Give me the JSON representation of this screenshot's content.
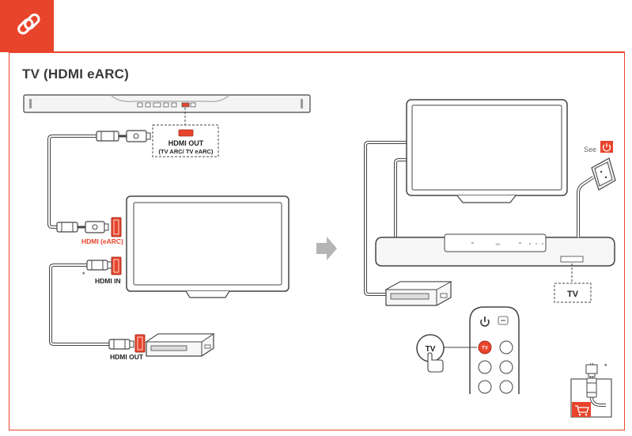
{
  "header": {
    "icon": "link-icon",
    "accent_color": "#e8442c"
  },
  "title": "TV (HDMI eARC)",
  "left_panel": {
    "soundbar_port_label": "HDMI OUT",
    "soundbar_port_sublabel": "(TV ARC/ TV eARC)",
    "tv_earc_label": "HDMI (eARC)",
    "tv_hdmi_in_label": "HDMI IN",
    "tv_hdmi_in_marker": "*",
    "player_label": "HDMI OUT"
  },
  "right_panel": {
    "see_label": "See",
    "see_icon": "power-icon",
    "tv_box_label": "TV",
    "remote_tv_callout": "TV",
    "remote_tv_button": "TV",
    "remote_power_icon": "power-icon",
    "cable_marker": "*",
    "cart_icon": "shopping-cart-icon"
  },
  "colors": {
    "accent": "#e8442c",
    "line": "#444444",
    "device_fill": "#f2f2f2"
  }
}
